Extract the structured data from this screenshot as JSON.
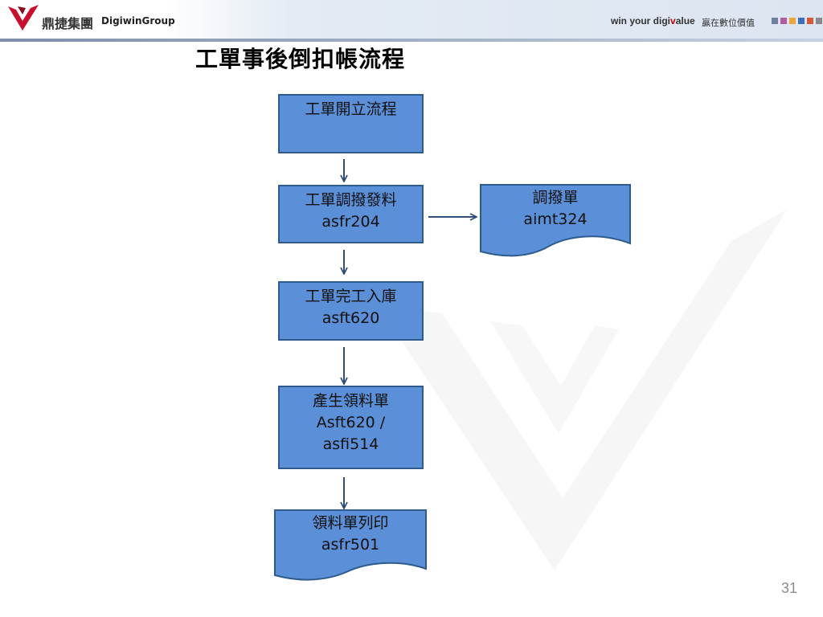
{
  "header": {
    "logo_cn": "鼎捷集團",
    "logo_en": "DigiwinGroup",
    "slogan_prefix": "win your digi",
    "slogan_v": "v",
    "slogan_suffix": "alue",
    "slogan_cn": "贏在數位價值",
    "square_colors": [
      "#6f7fa0",
      "#b25aa3",
      "#f1a33b",
      "#3a6fc0",
      "#d25a3a",
      "#8a8a8a"
    ]
  },
  "title": "工單事後倒扣帳流程",
  "nodes": {
    "n1": {
      "line1": "工單開立流程",
      "line2": ""
    },
    "n2": {
      "line1": "工單調撥發料",
      "line2": "asfr204"
    },
    "n3": {
      "line1": "調撥單",
      "line2": "aimt324"
    },
    "n4": {
      "line1": "工單完工入庫",
      "line2": "asft620"
    },
    "n5": {
      "line1": "產生領料單",
      "line2": "Asft620 /",
      "line3": "asfi514"
    },
    "n6": {
      "line1": "領料單列印",
      "line2": "asfr501"
    }
  },
  "colors": {
    "box_fill": "#5b8fd8",
    "box_border": "#2e5b8e",
    "arrow": "#2e4f7a"
  },
  "page_number": "31"
}
